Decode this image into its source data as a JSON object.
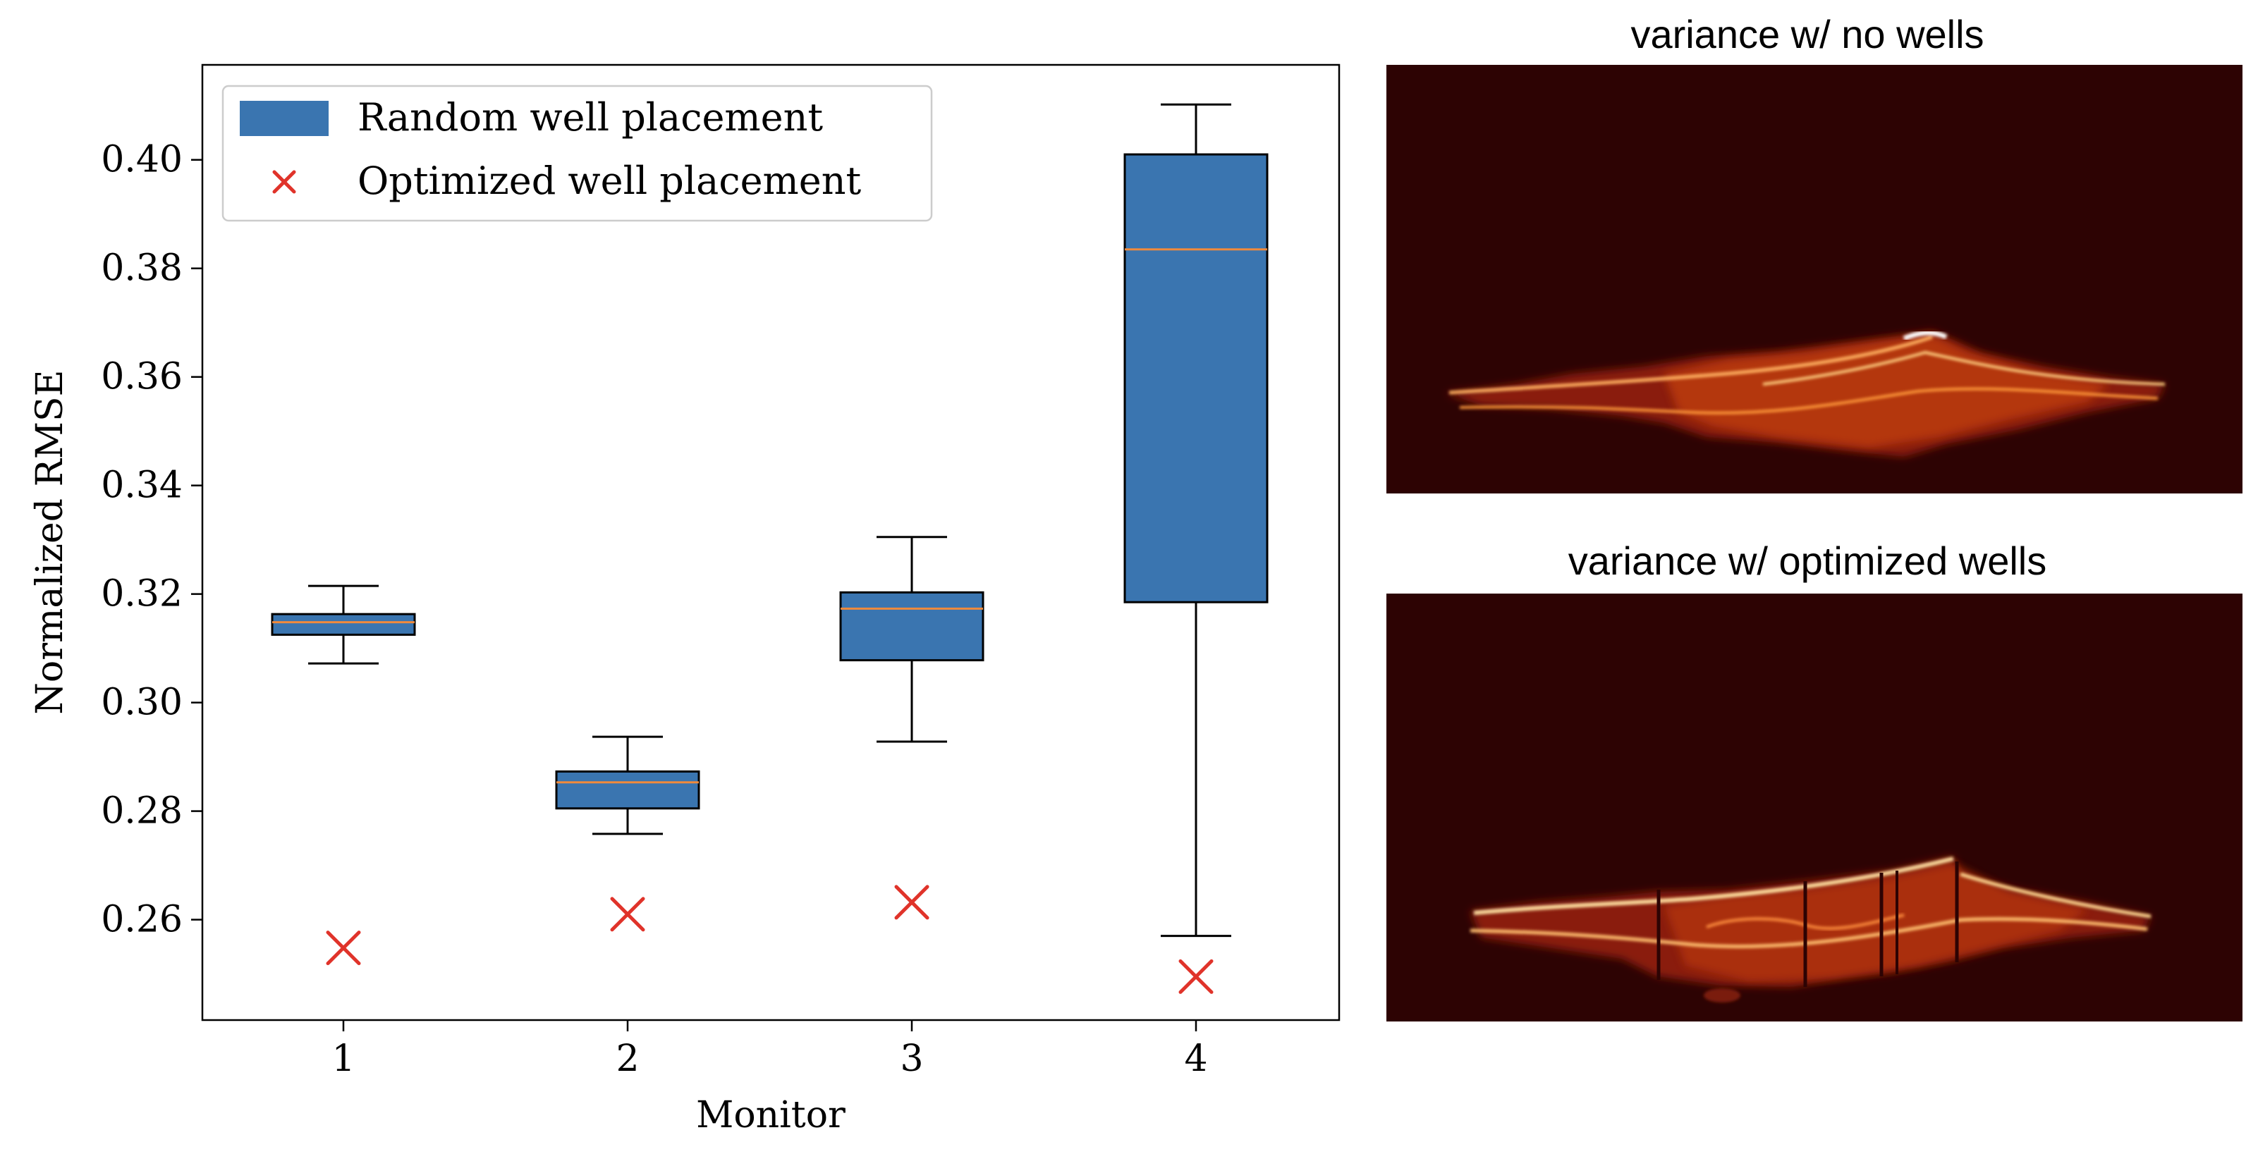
{
  "chart_data": [
    {
      "type": "box",
      "xlabel": "Monitor",
      "ylabel": "Normalized RMSE",
      "categories": [
        "1",
        "2",
        "3",
        "4"
      ],
      "ylim": [
        0.2415,
        0.4175
      ],
      "yticks": [
        "0.26",
        "0.28",
        "0.30",
        "0.32",
        "0.34",
        "0.36",
        "0.38",
        "0.40"
      ],
      "ytick_values": [
        0.26,
        0.28,
        0.3,
        0.32,
        0.34,
        0.36,
        0.38,
        0.4
      ],
      "grid": false,
      "legend_placement": "upper-left",
      "series": [
        {
          "name": "Random well placement",
          "kind": "box",
          "color": "#3a75b0",
          "median_color": "#f08a3c",
          "boxes": [
            {
              "category": "1",
              "whisker_low": 0.3072,
              "q1": 0.3125,
              "median": 0.3148,
              "q3": 0.3163,
              "whisker_high": 0.3215
            },
            {
              "category": "2",
              "whisker_low": 0.2758,
              "q1": 0.2805,
              "median": 0.2853,
              "q3": 0.2873,
              "whisker_high": 0.2937
            },
            {
              "category": "3",
              "whisker_low": 0.2928,
              "q1": 0.3078,
              "median": 0.3173,
              "q3": 0.3203,
              "whisker_high": 0.3305
            },
            {
              "category": "4",
              "whisker_low": 0.257,
              "q1": 0.3185,
              "median": 0.3835,
              "q3": 0.401,
              "whisker_high": 0.4102
            }
          ]
        },
        {
          "name": "Optimized well placement",
          "kind": "scatter",
          "marker": "x",
          "color": "#e0332a",
          "points": [
            {
              "category": "1",
              "value": 0.2548
            },
            {
              "category": "2",
              "value": 0.261
            },
            {
              "category": "3",
              "value": 0.2632
            },
            {
              "category": "4",
              "value": 0.2495
            }
          ]
        }
      ]
    },
    {
      "type": "heatmap",
      "title": "variance w/ no wells",
      "colormap": [
        "#2a0404",
        "#7a1408",
        "#c8400e",
        "#f08a2a",
        "#ffe6a0",
        "#ffffff"
      ]
    },
    {
      "type": "heatmap",
      "title": "variance w/ optimized wells",
      "colormap": [
        "#2a0404",
        "#7a1408",
        "#c8400e",
        "#f08a2a",
        "#ffe6a0",
        "#ffffff"
      ]
    }
  ],
  "legend": {
    "items": [
      "Random well placement",
      "Optimized well placement"
    ]
  }
}
